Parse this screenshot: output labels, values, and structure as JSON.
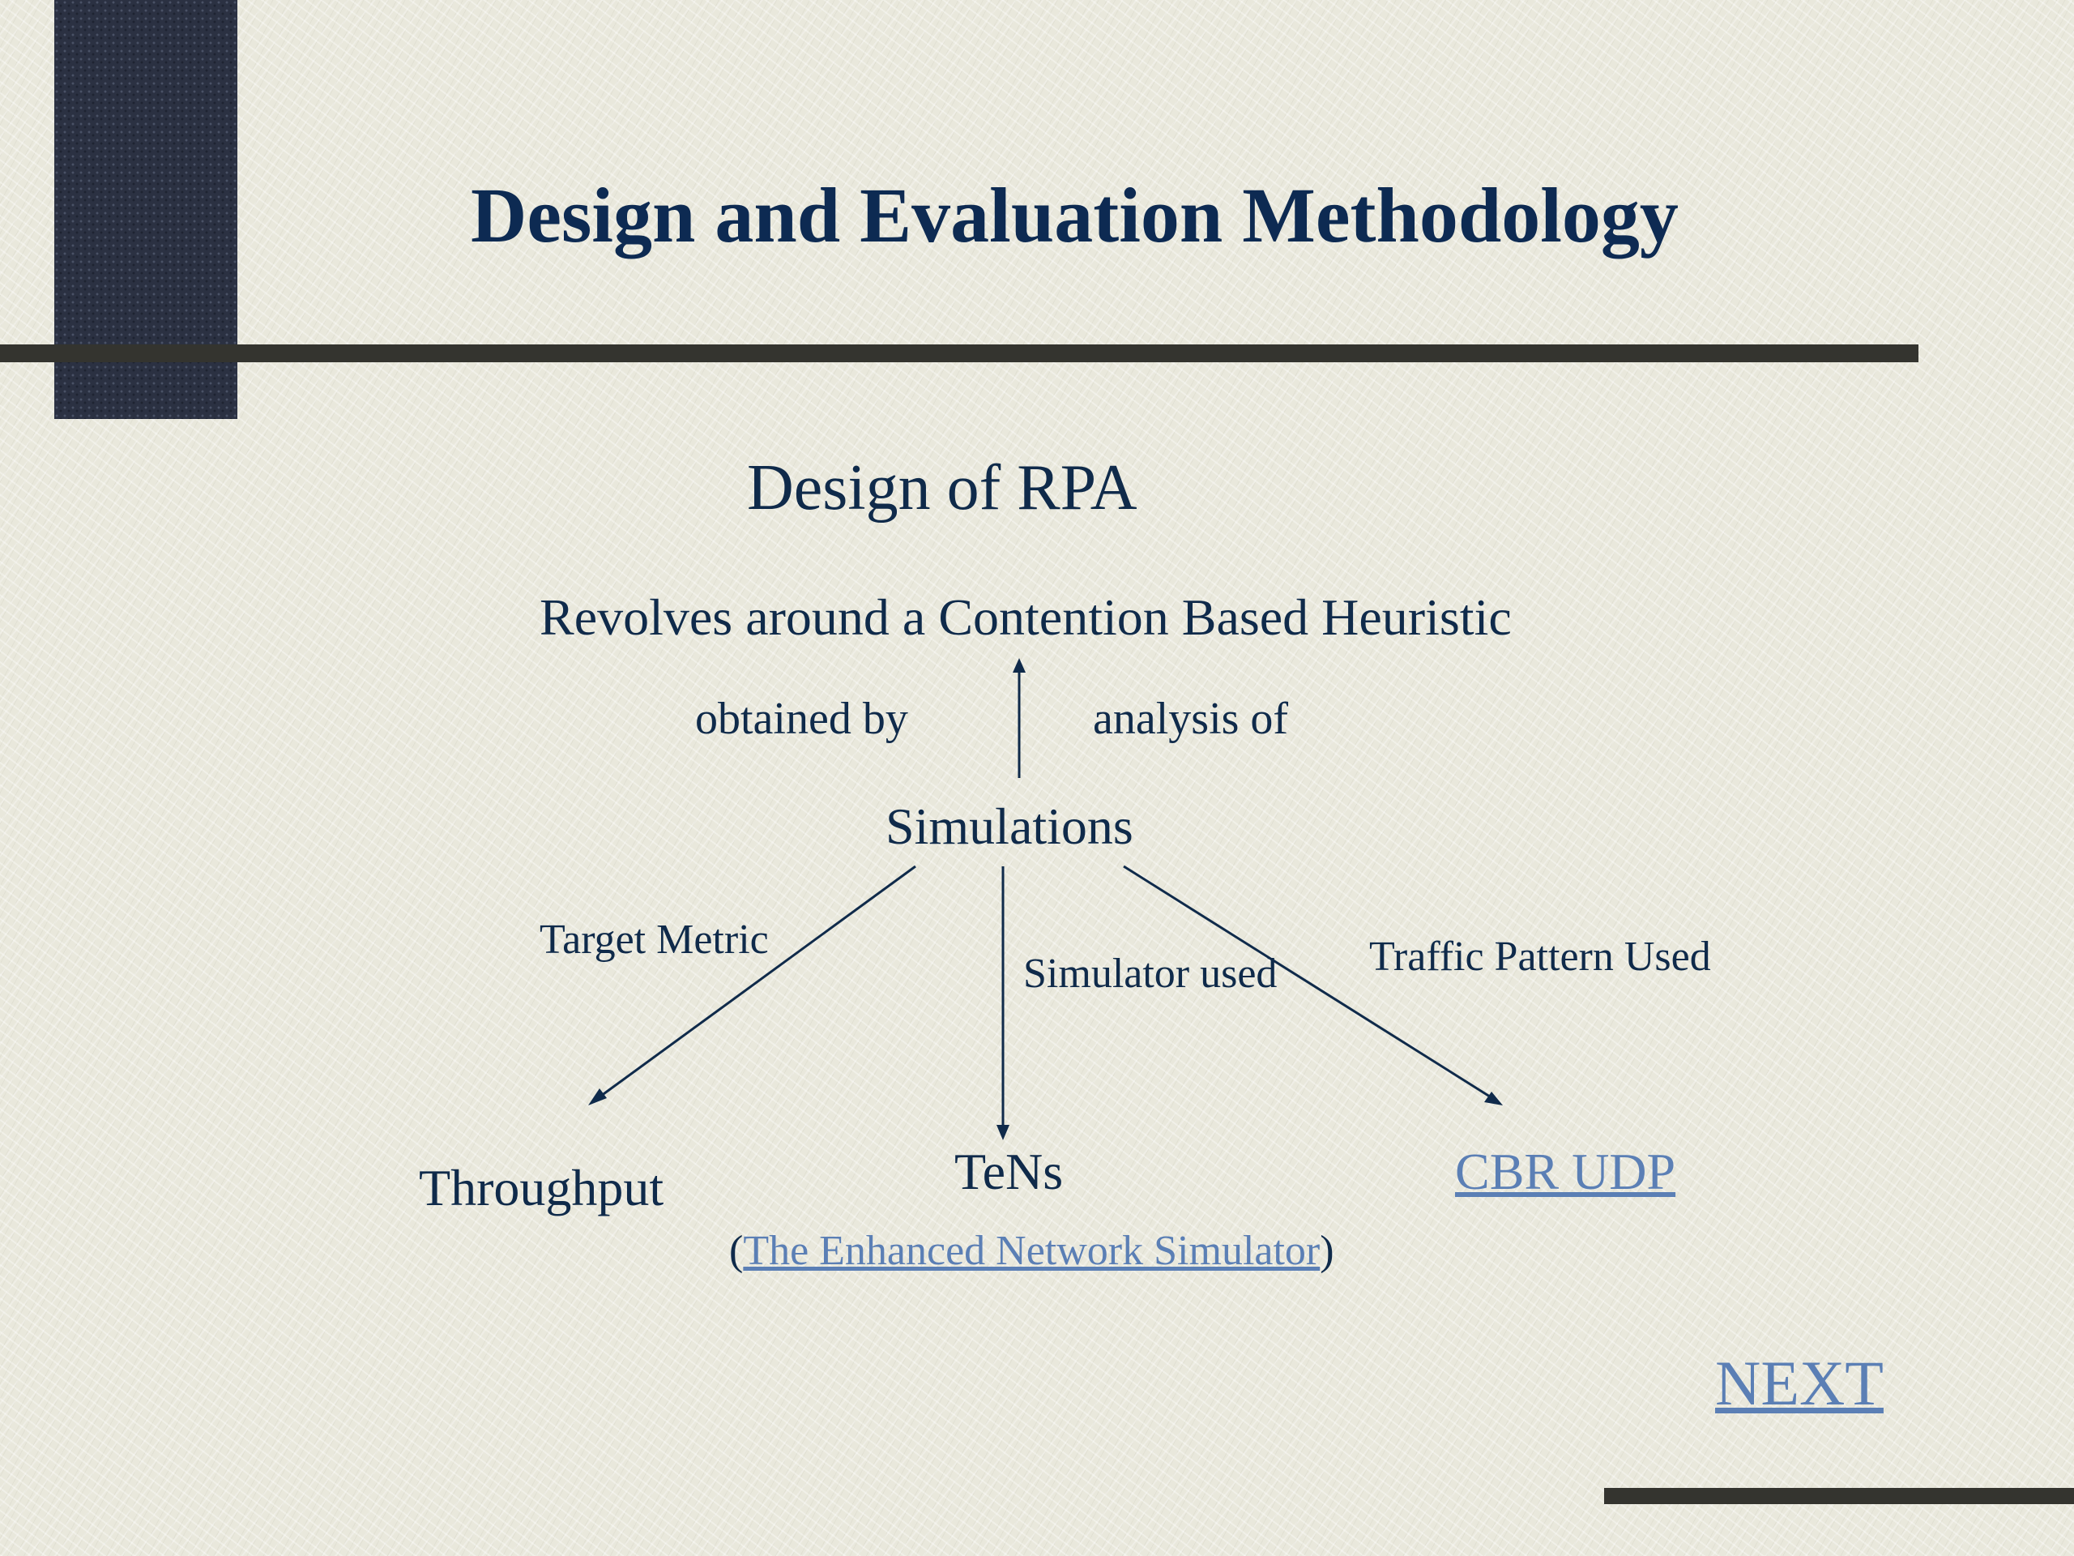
{
  "slide": {
    "title": "Design and Evaluation Methodology",
    "heading": "Design of RPA",
    "line1": "Revolves around a Contention Based Heuristic",
    "label_obtained": "obtained by",
    "label_analysis": "analysis of",
    "node_simulations": "Simulations",
    "label_target_metric": "Target Metric",
    "label_simulator_used": "Simulator used",
    "label_traffic_pattern": "Traffic Pattern Used",
    "node_throughput": "Throughput",
    "node_tens": "TeNs",
    "tens_paren_open": "(",
    "tens_link": "The Enhanced Network Simulator",
    "tens_paren_close": ")",
    "node_cbr_udp": "CBR UDP",
    "next_link": "NEXT"
  },
  "colors": {
    "background": "#e9e8dc",
    "text": "#0f2a4a",
    "title": "#0d2a52",
    "link": "#5b7fb5",
    "rule": "#34342f",
    "side_block": "#2b3142"
  }
}
